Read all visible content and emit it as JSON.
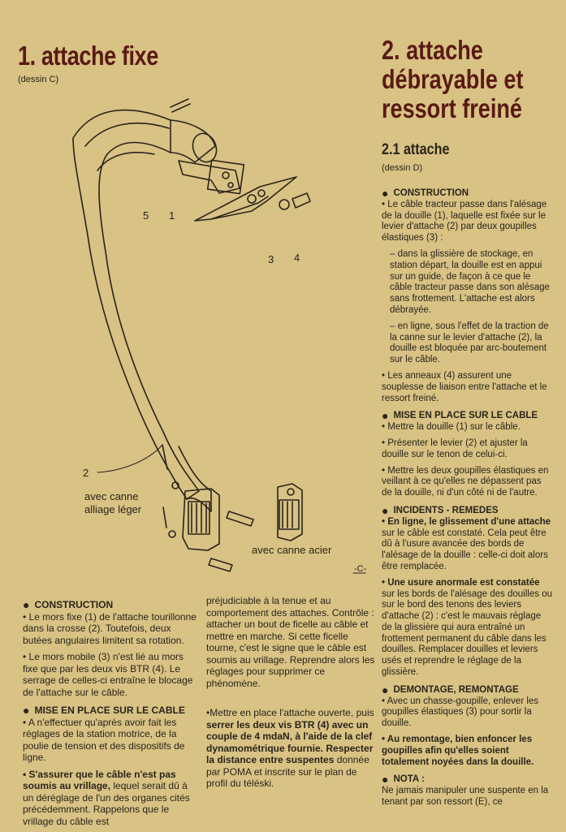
{
  "left": {
    "title": "1. attache fixe",
    "subtitle": "(dessin C)",
    "drawing": {
      "labels": {
        "n5": "5",
        "n1": "1",
        "n3": "3",
        "n4": "4",
        "n2": "2"
      },
      "caption_light": "avec canne\nalliage léger",
      "caption_light_1": "avec canne",
      "caption_light_2": "alliage léger",
      "caption_steel": "avec canne acier",
      "figure_id": "-C-"
    },
    "col1": {
      "head1": "CONSTRUCTION",
      "p1": "• Le mors fixe (1) de l'attache tourillonne dans la crosse (2). Toutefois, deux butées angulaires limitent sa rotation.",
      "p2": "• Le mors mobile (3) n'est lié au mors fixe que par les deux vis BTR (4). Le serrage de celles-ci entraîne le blocage de l'attache sur le câble.",
      "head2": "MISE EN PLACE SUR LE CABLE",
      "p3": "• A n'effectuer qu'après avoir fait les réglages de la station motrice, de la poulie de tension et des dispositifs de ligne.",
      "p4_bold": "• S'assurer que le câble n'est pas soumis au vrillage,",
      "p4_rest": " lequel serait dû à un déréglage de l'un des organes cités précédemment. Rappelons que le vrillage du câble est"
    },
    "col2": {
      "p1": "préjudiciable à la tenue et au comportement des attaches. Contrôle : attacher un bout de ficelle au câble et mettre en marche. Si cette ficelle tourne, c'est le signe que le câble est soumis au vrillage. Reprendre alors les réglages pour supprimer ce phénomène.",
      "p2_a": "•Mettre en place l'attache ouverte, puis ",
      "p2_b": "serrer les deux vis BTR (4) avec un couple de 4 mdaN, à l'aide de la clef dynamométrique fournie. Respecter la distance entre suspentes",
      "p2_c": " donnée par POMA et inscrite sur le plan de profil du téléski."
    }
  },
  "right": {
    "title_lines": [
      "2. attache",
      "débrayable et",
      "ressort freiné"
    ],
    "section": "2.1 attache",
    "section_sub": "(dessin D)",
    "head1": "CONSTRUCTION",
    "c1": "• Le câble tracteur passe dans l'alésage de la douille (1), laquelle est fixée sur le levier d'attache (2) par deux goupilles élastiques (3) :",
    "c2": "– dans la glissière de stockage, en station départ, la douille est en appui sur un guide, de façon à ce que le câble tracteur passe dans son alésage sans frottement. L'attache est alors débrayée.",
    "c3": "– en ligne, sous l'effet de la traction de la canne sur le levier d'attache (2), la douille est bloquée par arc-boutement sur le câble.",
    "c4": "• Les anneaux (4) assurent une souplesse de liaison entre l'attache et le ressort freiné.",
    "head2": "MISE EN PLACE SUR LE CABLE",
    "m1": "• Mettre la douille (1) sur le câble.",
    "m2": "• Présenter le levier (2) et ajuster la douille sur le tenon de celui-ci.",
    "m3": "• Mettre les deux goupilles élastiques en veillant à ce qu'elles ne dépassent pas de la douille, ni d'un côté ni de l'autre.",
    "head3": "INCIDENTS - REMEDES",
    "i1_bold": "• En ligne, le glissement d'une attache",
    "i1_rest": " sur le câble est constaté. Cela peut être dû à l'usure avancée des bords de l'alésage de la douille : celle-ci doit alors être remplacée.",
    "i2_bold": "• Une usure anormale est constatée",
    "i2_rest": " sur les bords de l'alésage des douilles ou sur le bord des tenons des leviers d'attache (2) : c'est le mauvais réglage de la glissière qui aura entraîné un frottement permanent du câble dans les douilles. Remplacer douilles et leviers usés et reprendre le réglage de la glissière.",
    "head4": "DEMONTAGE, REMONTAGE",
    "d1": "• Avec un chasse-goupille, enlever les goupilles élastiques (3) pour sortir la douille.",
    "d2_bold": "• Au remontage, bien enfoncer les goupilles afin qu'elles soient totalement noyées dans la douille.",
    "head5": "NOTA :",
    "n1": "Ne jamais manipuler une suspente en la tenant par son ressort (E), ce"
  }
}
